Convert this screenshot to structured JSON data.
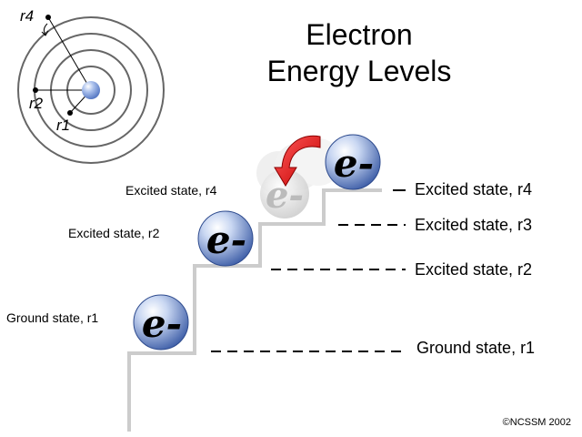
{
  "title": {
    "line1": "Electron",
    "line2": "Energy Levels"
  },
  "atom": {
    "labels": [
      "r4",
      "r2",
      "r1"
    ]
  },
  "electron": {
    "symbol": "e-"
  },
  "levels": [
    {
      "id": "ground",
      "right_label": "Ground state, r1",
      "left_label": "Ground state, r1"
    },
    {
      "id": "r2",
      "right_label": "Excited state, r2",
      "left_label": "Excited state, r2"
    },
    {
      "id": "r3",
      "right_label": "Excited state, r3"
    },
    {
      "id": "r4",
      "right_label": "Excited state, r4",
      "left_label": "Excited state, r4"
    }
  ],
  "copyright": "©NCSSM 2002",
  "colors": {
    "step": "#c8c8c8",
    "electron_light": "#dfe8f8",
    "electron_dark": "#4a6bb0",
    "arrow": "#e02020",
    "nucleus": "#6f93d8"
  }
}
